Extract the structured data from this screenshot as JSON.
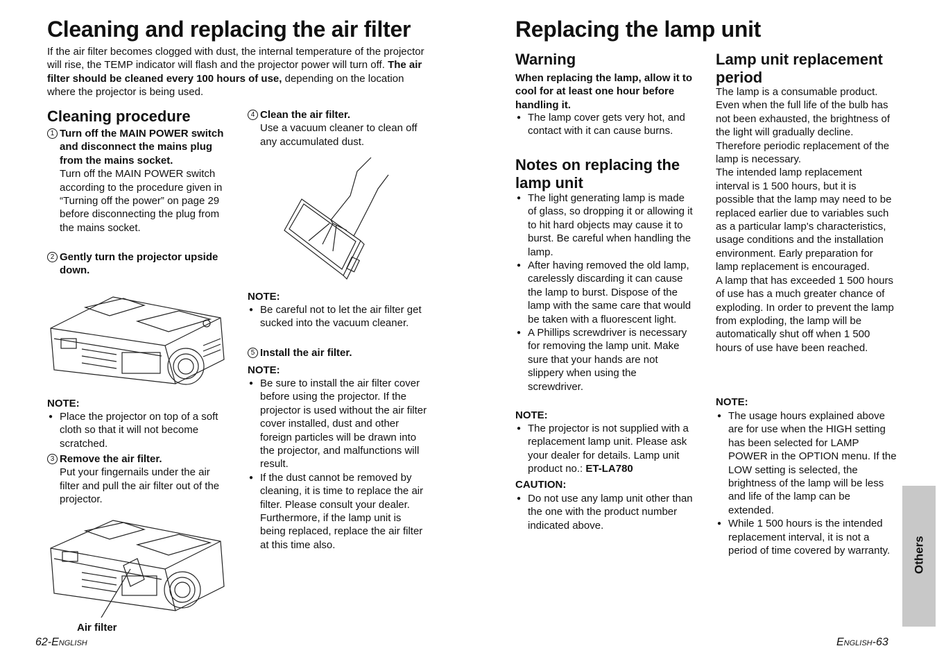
{
  "left": {
    "title": "Cleaning and replacing the air filter",
    "intro_normal1": "If the air filter becomes clogged with dust, the internal temperature of the projector will rise, the TEMP indicator will flash and the projector power will turn off.",
    "intro_bold": "The air filter should be cleaned every 100 hours of use,",
    "intro_normal2": "depending on the location where the projector is being used.",
    "cleaning_heading": "Cleaning procedure",
    "step1_num": "1",
    "step1_bold": "Turn off the MAIN POWER switch and disconnect the mains plug from the mains socket.",
    "step1_text": "Turn off the MAIN POWER switch according to the procedure given in “Turning off the power” on page 29 before disconnecting the plug from the mains socket.",
    "step2_num": "2",
    "step2_bold": "Gently turn the projector upside down.",
    "note1_label": "NOTE:",
    "note1_items": [
      "Place the projector on top of a soft cloth so that it will not become scratched."
    ],
    "step3_num": "3",
    "step3_bold": "Remove the air filter.",
    "step3_text": "Put your fingernails under the air filter and pull the air filter out of the projector.",
    "air_filter_label": "Air filter",
    "step4_num": "4",
    "step4_bold": "Clean the air filter.",
    "step4_text": "Use a vacuum cleaner to clean off any accumulated dust.",
    "note2_label": "NOTE:",
    "note2_items": [
      "Be careful not to let the air filter get sucked into the vacuum cleaner."
    ],
    "step5_num": "5",
    "step5_bold": "Install the air filter.",
    "note3_label": "NOTE:",
    "note3_items": [
      "Be sure to install the air filter cover before using the projector. If the projector is used without the air filter cover installed, dust and other foreign particles will be drawn into the projector, and malfunctions will result.",
      "If the dust cannot be removed by cleaning, it is time to replace the air filter. Please consult your dealer. Furthermore, if the lamp unit is being replaced, replace the air filter at this time also."
    ],
    "page_num": "62-",
    "page_lang": "English"
  },
  "right": {
    "title": "Replacing the lamp unit",
    "warning_heading": "Warning",
    "warning_bold": "When replacing the lamp, allow it to cool for at least one hour before handling it.",
    "warning_items": [
      "The lamp cover gets very hot, and contact with it can cause burns."
    ],
    "notes_heading": "Notes on replacing the lamp unit",
    "notes_items": [
      "The light generating lamp is made of glass, so dropping it or allowing it to hit hard objects may cause it to burst. Be careful when handling the lamp.",
      "After having removed the old lamp, carelessly discarding it can cause the lamp to burst. Dispose of the lamp with the same care that would be taken with a fluorescent light.",
      "A Phillips screwdriver is necessary for removing the lamp unit. Make sure that your hands are not slippery when using the screwdriver."
    ],
    "note_label": "NOTE:",
    "note_text": "The projector is not supplied with a replacement lamp unit. Please ask your dealer for details. Lamp unit product no.:",
    "note_product": "ET-LA780",
    "caution_label": "CAUTION:",
    "caution_items": [
      "Do not use any lamp unit other than the one with the product number indicated above."
    ],
    "period_heading": "Lamp unit replacement period",
    "period_text": "The lamp is a consumable product. Even when the full life of the bulb has not been exhausted, the brightness of the light will gradually decline. Therefore periodic replacement of the lamp is necessary.",
    "period_text2": "The intended lamp replacement interval is 1 500 hours, but it is possible that the lamp may need to be replaced earlier due to variables such as a particular lamp's characteristics, usage conditions and the installation environment. Early preparation for lamp replacement is encouraged.",
    "period_text3": "A lamp that has exceeded 1 500 hours of use has a much greater chance of exploding. In order to prevent the lamp from exploding, the lamp will be automatically shut off when 1 500 hours of use have been reached.",
    "note2_label": "NOTE:",
    "note2_items": [
      "The usage hours explained above are for use when the HIGH setting has been selected for LAMP POWER in the OPTION menu. If the LOW setting is selected, the brightness of the lamp will be less and life of the lamp can be extended.",
      "While 1 500 hours is the intended replacement interval, it is not a period of time covered by warranty."
    ],
    "tab_label": "Others",
    "page_lang": "English",
    "page_num": "-63"
  }
}
